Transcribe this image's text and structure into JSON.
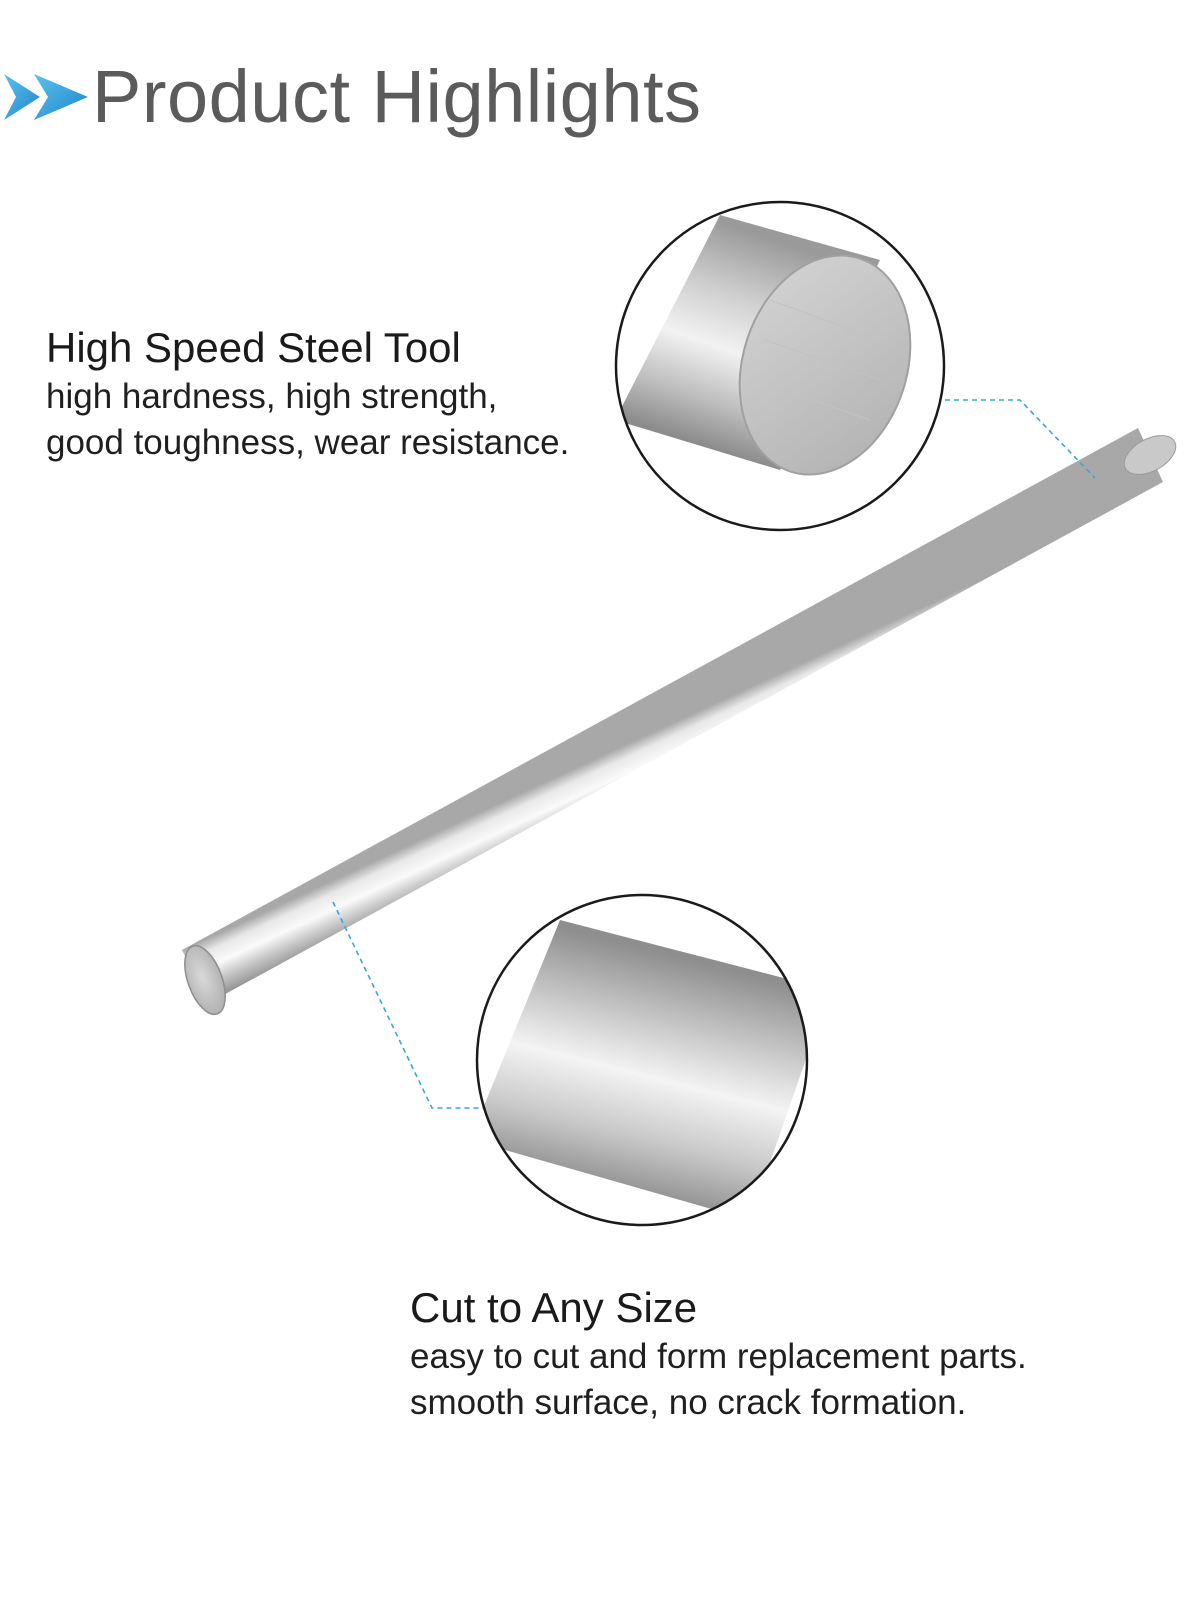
{
  "header": {
    "title": "Product Highlights",
    "arrow_icon": "double-chevron-right-icon",
    "arrow_color": "#2f9fd8"
  },
  "features": [
    {
      "title": "High Speed Steel Tool",
      "lines": [
        "high hardness, high strength,",
        "good toughness, wear resistance."
      ]
    },
    {
      "title": "Cut to Any Size",
      "lines": [
        "easy to cut and form replacement parts.",
        "smooth surface, no crack formation."
      ]
    }
  ],
  "colors": {
    "text": "#1a1a1a",
    "title": "#5b5b5b",
    "callout_line": "#3aa6d8",
    "steel_light": "#f0f0f0",
    "steel_dark": "#8a8a8a"
  }
}
